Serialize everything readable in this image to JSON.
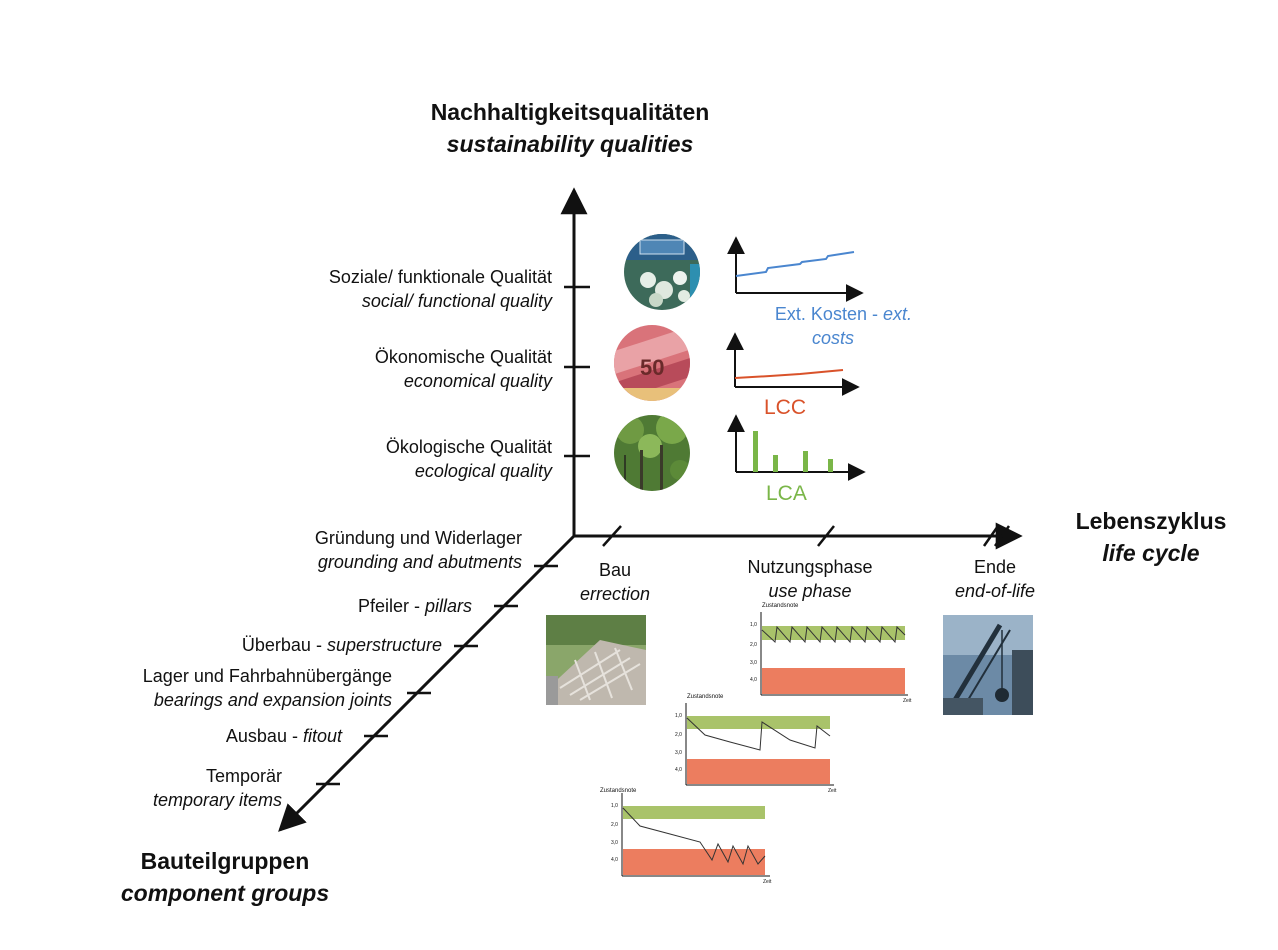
{
  "axes": {
    "vertical": {
      "title_de": "Nachhaltigkeitsqualitäten",
      "title_en": "sustainability qualities"
    },
    "horizontal": {
      "title_de": "Lebenszyklus",
      "title_en": "life cycle"
    },
    "depth": {
      "title_de": "Bauteilgruppen",
      "title_en": "component groups"
    }
  },
  "qualities": [
    {
      "de": "Soziale/ funktionale Qualität",
      "en": "social/ functional quality"
    },
    {
      "de": "Ökonomische Qualität",
      "en": "economical quality"
    },
    {
      "de": "Ökologische Qualität",
      "en": "ecological quality"
    }
  ],
  "phases": [
    {
      "de": "Bau",
      "en": "errection"
    },
    {
      "de": "Nutzungsphase",
      "en": "use phase"
    },
    {
      "de": "Ende",
      "en": "end-of-life"
    }
  ],
  "components": [
    {
      "de": "Gründung und Widerlager",
      "en": "grounding and abutments",
      "sep": ""
    },
    {
      "de": "Pfeiler",
      "en": "pillars",
      "sep": " - "
    },
    {
      "de": "Überbau",
      "en": "superstructure",
      "sep": " - "
    },
    {
      "de": "Lager und Fahrbahnübergänge",
      "en": "bearings and expansion joints",
      "sep": ""
    },
    {
      "de": "Ausbau",
      "en": "fitout",
      "sep": " - "
    },
    {
      "de": "Temporär",
      "en": "temporary items",
      "sep": ""
    }
  ],
  "indicators": {
    "ext_costs": {
      "de": "Ext. Kosten -",
      "en": "ext.",
      "en2": "costs",
      "color": "#4a86cf"
    },
    "lcc": {
      "label": "LCC",
      "color": "#d9522a"
    },
    "lca": {
      "label": "LCA",
      "color": "#7ab648"
    }
  },
  "condition_charts": {
    "y_title": "Zustandsnote",
    "x_title": "Zeit",
    "ticks": [
      "1,0",
      "2,0",
      "3,0",
      "4,0"
    ]
  },
  "colors": {
    "green_band": "#a9c36a",
    "red_band": "#ec7d5f"
  }
}
